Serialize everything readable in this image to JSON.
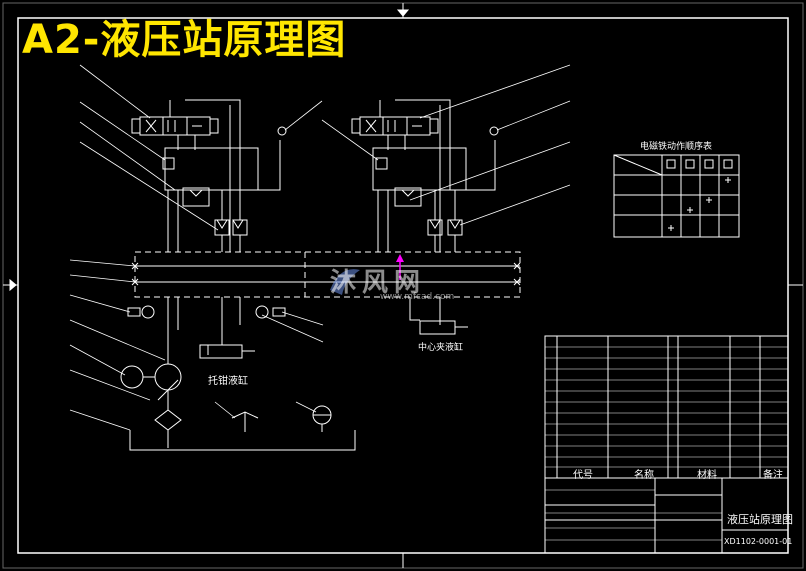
{
  "title": "A2-液压站原理图",
  "watermark": {
    "text": "沐风网",
    "url": "www.mfcad.com"
  },
  "labels": {
    "cylinder_left": "托钳液缸",
    "cylinder_right": "中心夹液缸",
    "table_title": "电磁铁动作顺序表"
  },
  "title_block": {
    "name_header": "名称",
    "code_header": "代号",
    "material_header": "材料",
    "remark_header": "备注",
    "drawing_name": "液压站原理图",
    "drawing_number": "XD1102-0001-01"
  },
  "colors": {
    "line": "#ffffff",
    "title": "#ffe600",
    "dashed": "#ffffff",
    "accent": "#ff00ff",
    "blue": "#4aa3ff"
  }
}
